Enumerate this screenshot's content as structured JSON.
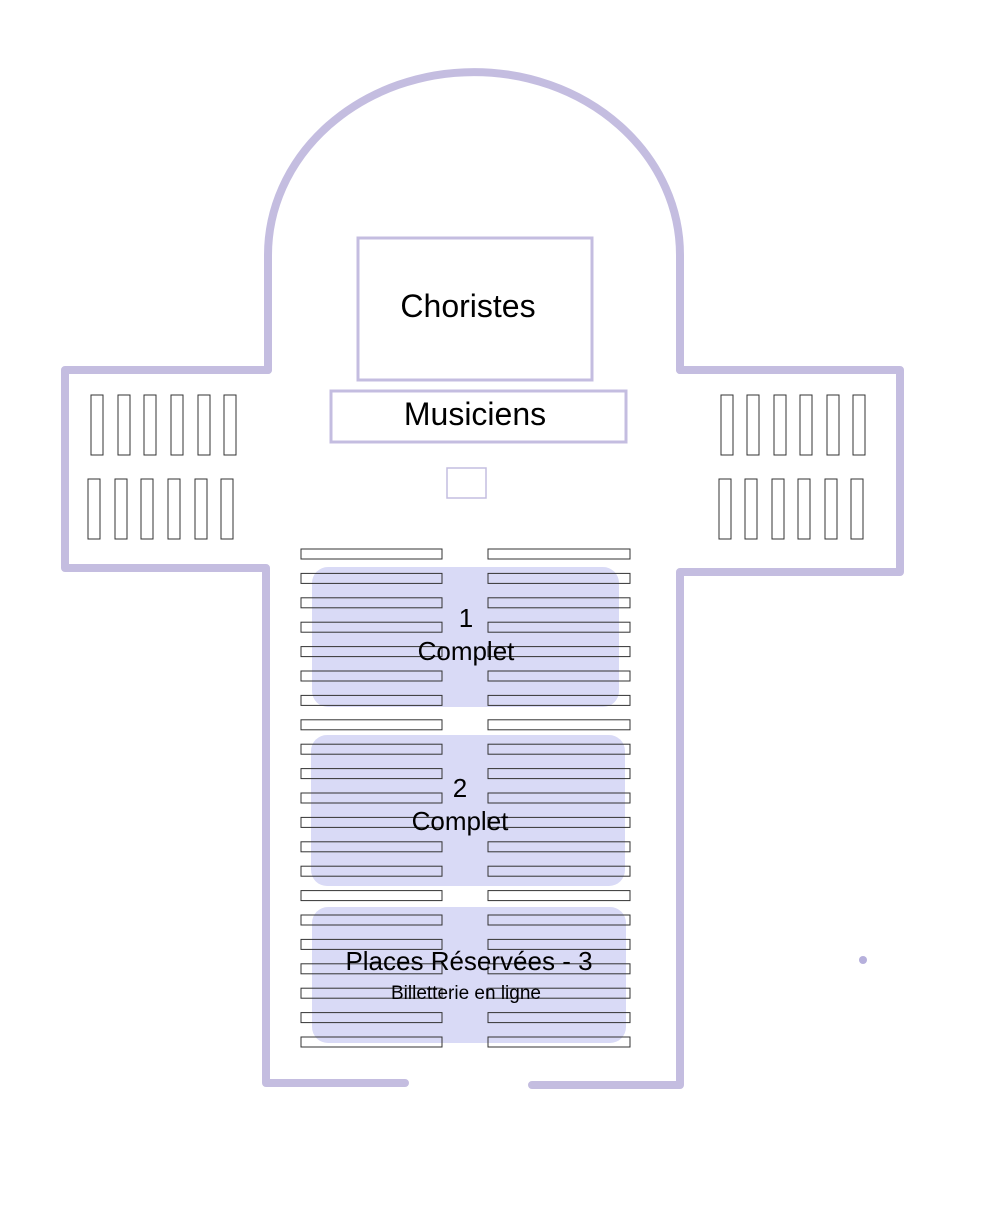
{
  "stage": {
    "choir_label": "Choristes",
    "musicians_label": "Musiciens"
  },
  "sections": [
    {
      "title": "1",
      "status": "Complet"
    },
    {
      "title": "2",
      "status": "Complet"
    },
    {
      "title": "Places Réservées - 3",
      "status": "Billetterie en ligne"
    }
  ],
  "colors": {
    "wall": "#c4bde0",
    "zone_fill": "#c9caf2",
    "bench_stroke": "#333333",
    "box_stroke": "#c4bde0"
  }
}
